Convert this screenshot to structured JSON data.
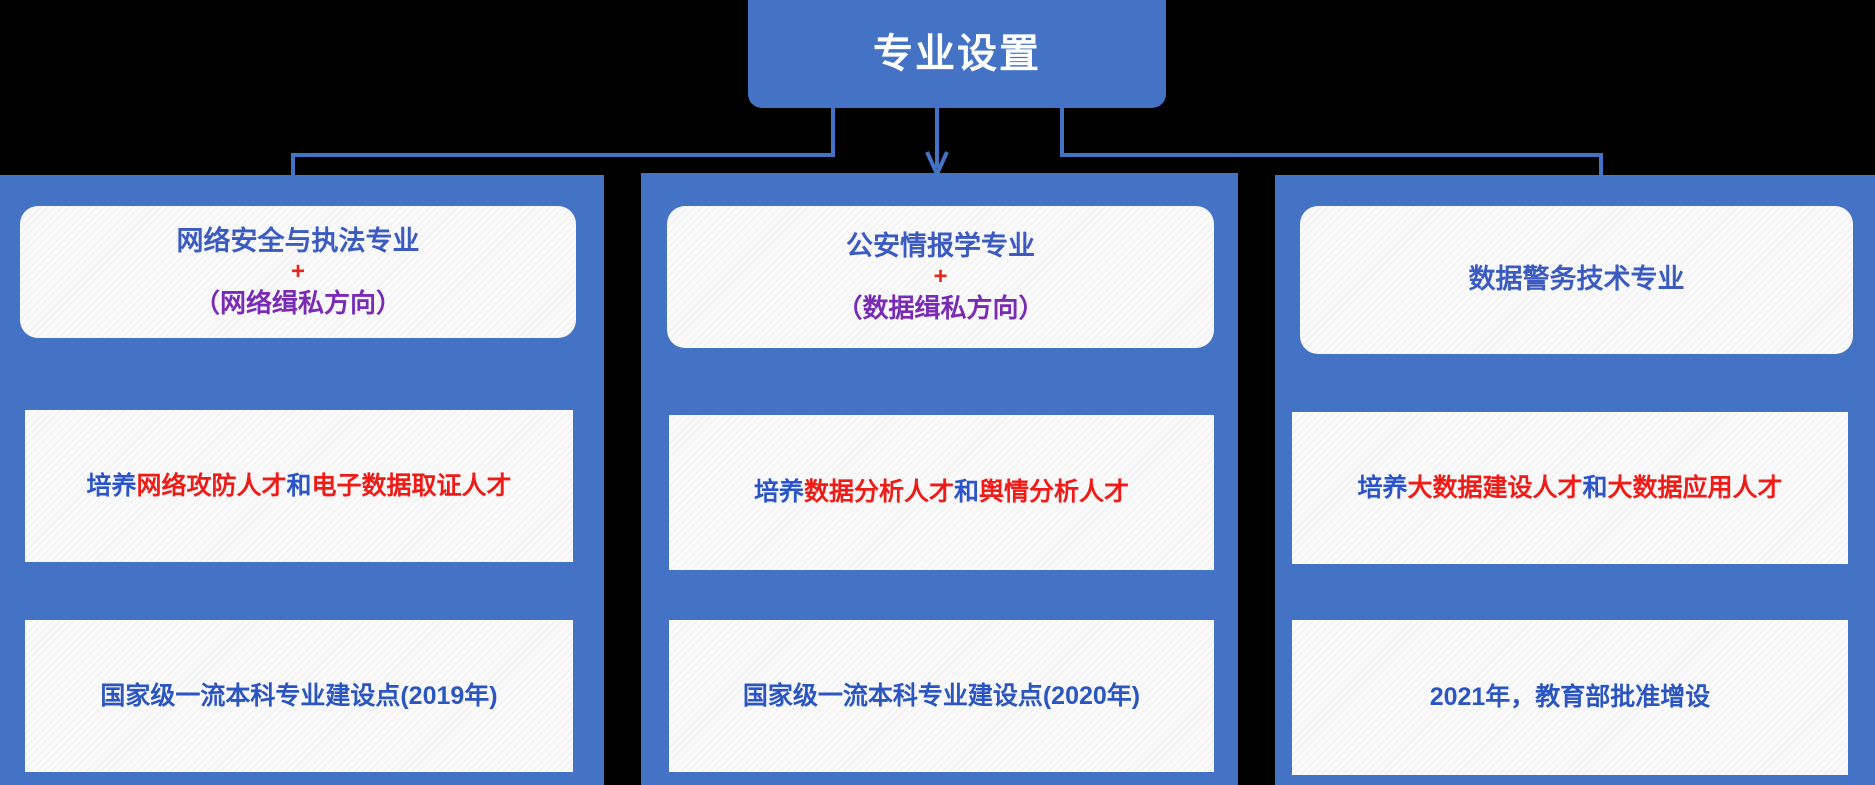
{
  "theme": {
    "background": "#000000",
    "panel_blue": "#4472C4",
    "card_bg": "#FAFAFA",
    "title_text": "#FFFFFF",
    "major_blue": "#3B5BC0",
    "plus_red": "#E8271B",
    "direction_purple": "#7A2BB5",
    "train_blue": "#2A54C8",
    "train_red": "#EE1B17",
    "status_blue": "#2B55C0",
    "connector_blue": "#4472C4"
  },
  "header": {
    "title": "专业设置"
  },
  "columns": [
    {
      "id": "col-network-security",
      "head": {
        "major": "网络安全与执法专业",
        "plus": "+",
        "direction": "（网络缉私方向）"
      },
      "training": {
        "prefix": "培养",
        "first": "网络攻防人才",
        "conj": "和",
        "second": "电子数据取证人才"
      },
      "status": "国家级一流本科专业建设点(2019年)"
    },
    {
      "id": "col-public-security-intelligence",
      "head": {
        "major": "公安情报学专业",
        "plus": "+",
        "direction": "（数据缉私方向）"
      },
      "training": {
        "prefix": "培养",
        "first": "数据分析人才",
        "conj": "和",
        "second": "舆情分析人才"
      },
      "status": "国家级一流本科专业建设点(2020年)"
    },
    {
      "id": "col-data-policing-technology",
      "head": {
        "major": "数据警务技术专业",
        "plus": "",
        "direction": ""
      },
      "training": {
        "prefix": "培养",
        "first": "大数据建设人才",
        "conj": "和",
        "second": "大数据应用人才"
      },
      "status": "2021年，教育部批准增设"
    }
  ]
}
